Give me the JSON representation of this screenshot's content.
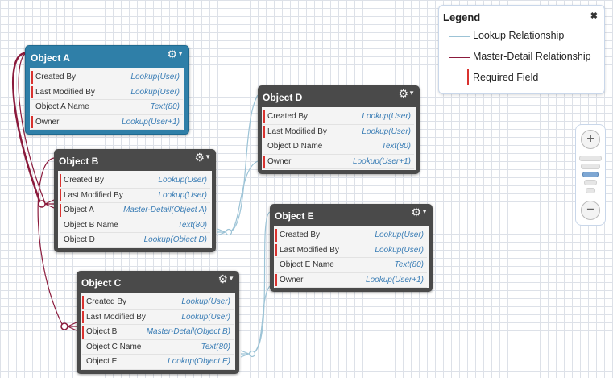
{
  "colors": {
    "lookup": "#9cc3d6",
    "master_detail": "#8b1a3c",
    "required": "#d9322f",
    "selected_header": "#2f7fa8",
    "object_header": "#4a4a4a"
  },
  "objects": [
    {
      "id": "a",
      "title": "Object A",
      "fields": [
        {
          "name": "Created By",
          "type": "Lookup(User)",
          "required": true
        },
        {
          "name": "Last Modified By",
          "type": "Lookup(User)",
          "required": true
        },
        {
          "name": "Object A Name",
          "type": "Text(80)",
          "required": false
        },
        {
          "name": "Owner",
          "type": "Lookup(User+1)",
          "required": true
        }
      ]
    },
    {
      "id": "b",
      "title": "Object B",
      "fields": [
        {
          "name": "Created By",
          "type": "Lookup(User)",
          "required": true
        },
        {
          "name": "Last Modified By",
          "type": "Lookup(User)",
          "required": true
        },
        {
          "name": "Object A",
          "type": "Master-Detail(Object A)",
          "required": true
        },
        {
          "name": "Object B Name",
          "type": "Text(80)",
          "required": false
        },
        {
          "name": "Object D",
          "type": "Lookup(Object D)",
          "required": false
        }
      ]
    },
    {
      "id": "c",
      "title": "Object C",
      "fields": [
        {
          "name": "Created By",
          "type": "Lookup(User)",
          "required": true
        },
        {
          "name": "Last Modified By",
          "type": "Lookup(User)",
          "required": true
        },
        {
          "name": "Object B",
          "type": "Master-Detail(Object B)",
          "required": true
        },
        {
          "name": "Object C Name",
          "type": "Text(80)",
          "required": false
        },
        {
          "name": "Object E",
          "type": "Lookup(Object E)",
          "required": false
        }
      ]
    },
    {
      "id": "d",
      "title": "Object D",
      "fields": [
        {
          "name": "Created By",
          "type": "Lookup(User)",
          "required": true
        },
        {
          "name": "Last Modified By",
          "type": "Lookup(User)",
          "required": true
        },
        {
          "name": "Object D Name",
          "type": "Text(80)",
          "required": false
        },
        {
          "name": "Owner",
          "type": "Lookup(User+1)",
          "required": true
        }
      ]
    },
    {
      "id": "e",
      "title": "Object E",
      "fields": [
        {
          "name": "Created By",
          "type": "Lookup(User)",
          "required": true
        },
        {
          "name": "Last Modified By",
          "type": "Lookup(User)",
          "required": true
        },
        {
          "name": "Object E Name",
          "type": "Text(80)",
          "required": false
        },
        {
          "name": "Owner",
          "type": "Lookup(User+1)",
          "required": true
        }
      ]
    }
  ],
  "legend": {
    "title": "Legend",
    "close": "✖",
    "items": {
      "lookup": "Lookup Relationship",
      "master_detail": "Master-Detail Relationship",
      "required": "Required Field"
    }
  },
  "icons": {
    "gear": "gear-icon",
    "caret": "caret-down-icon",
    "zoom_in": "plus-icon",
    "zoom_out": "minus-icon"
  },
  "zoom": {
    "in_label": "+",
    "out_label": "−",
    "level": 3,
    "levels": 5
  }
}
